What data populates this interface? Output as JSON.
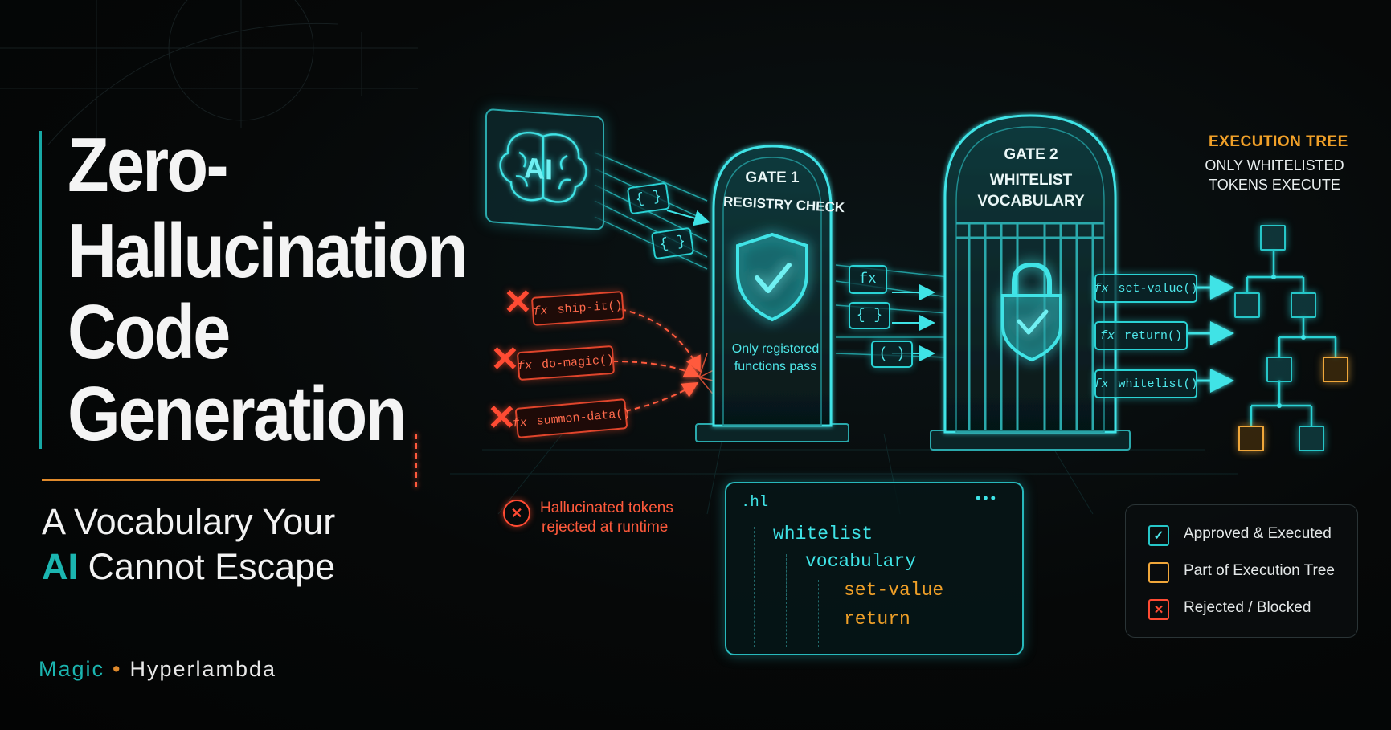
{
  "title": {
    "lines": [
      "Zero-",
      "Hallucination",
      "Code",
      "Generation"
    ],
    "subtitle_line1": "A Vocabulary Your",
    "subtitle_ai": "AI",
    "subtitle_line2_rest": " Cannot Escape"
  },
  "brand": {
    "magic": "Magic",
    "separator": "•",
    "hyperlambda": "Hyperlambda"
  },
  "ai_box": {
    "label": "AI",
    "icon": "brain-icon"
  },
  "incoming_tokens": [
    "{ }",
    "{ }"
  ],
  "hallucinated_calls": [
    {
      "fx": "fx",
      "name": "ship-it()"
    },
    {
      "fx": "fx",
      "name": "do-magic()"
    },
    {
      "fx": "fx",
      "name": "summon-data()"
    }
  ],
  "rejected_note": {
    "line1": "Hallucinated tokens",
    "line2": "rejected at runtime",
    "icon": "x-circle-icon"
  },
  "gate1": {
    "title": "GATE 1",
    "subtitle": "REGISTRY CHECK",
    "icon": "shield-check-icon",
    "note_line1": "Only registered",
    "note_line2": "functions pass"
  },
  "between_tokens": [
    "fx",
    "{ }",
    "( )"
  ],
  "gate2": {
    "title": "GATE 2",
    "subtitle_line1": "WHITELIST",
    "subtitle_line2": "VOCABULARY",
    "icon": "padlock-check-icon"
  },
  "output_calls": [
    {
      "fx": "fx",
      "name": "set-value()"
    },
    {
      "fx": "fx",
      "name": "return()"
    },
    {
      "fx": "fx",
      "name": "whitelist()"
    }
  ],
  "execution_tree": {
    "title": "EXECUTION TREE",
    "sub_line1": "ONLY WHITELISTED",
    "sub_line2": "TOKENS EXECUTE"
  },
  "code_panel": {
    "filename": ".hl",
    "dots": "•••",
    "lines": [
      {
        "text": "whitelist",
        "color": "cyan"
      },
      {
        "text": "vocabulary",
        "color": "cyan"
      },
      {
        "text": "set-value",
        "color": "orange"
      },
      {
        "text": "return",
        "color": "orange"
      }
    ]
  },
  "legend": [
    {
      "label": "Approved & Executed",
      "kind": "approved",
      "icon": "check-icon"
    },
    {
      "label": "Part of Execution Tree",
      "kind": "tree"
    },
    {
      "label": "Rejected / Blocked",
      "kind": "rejected",
      "icon": "x-icon"
    }
  ],
  "colors": {
    "teal": "#1bb5b0",
    "cyan": "#3fe3e6",
    "orange": "#f0a028",
    "red": "#ff5a3c"
  }
}
